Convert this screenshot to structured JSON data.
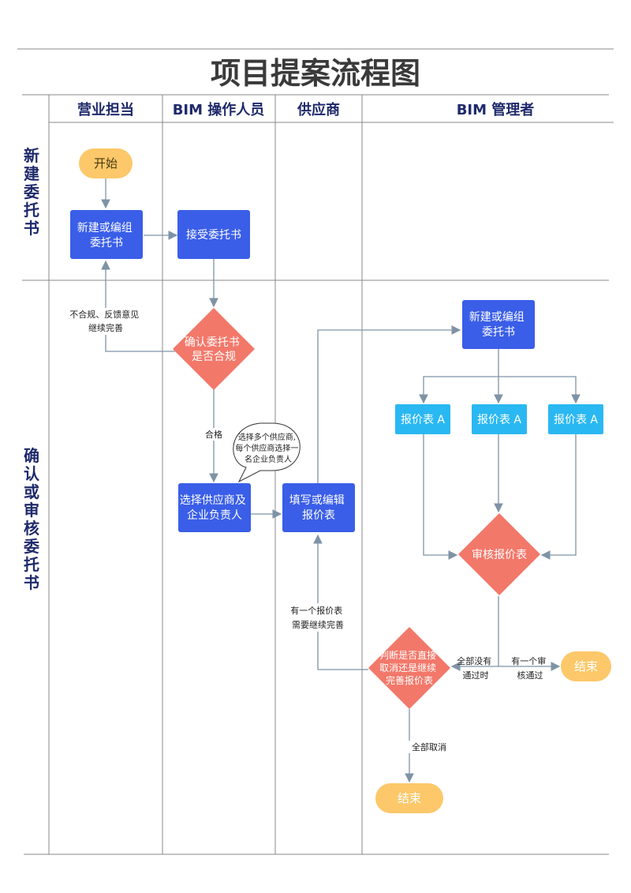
{
  "title": "项目提案流程图",
  "columns": {
    "sales": "营业担当",
    "bim_operator": "BIM 操作人员",
    "supplier": "供应商",
    "bim_manager": "BIM 管理者"
  },
  "rows": {
    "new": "新建委托书",
    "confirm": "确认或审核委托书"
  },
  "nodes": {
    "start": "开始",
    "create_delegation": [
      "新建或编组",
      "委托书"
    ],
    "accept_delegation": "接受委托书",
    "check_compliance": [
      "确认委托书",
      "是否合规"
    ],
    "select_supplier": [
      "选择供应商及",
      "企业负责人"
    ],
    "fill_quote": [
      "填写或编辑",
      "报价表"
    ],
    "manager_create": [
      "新建或编组",
      "委托书"
    ],
    "quote_a1": "报价表 A",
    "quote_a2": "报价表 A",
    "quote_a3": "报价表 A",
    "review_quote": "审核报价表",
    "decide": [
      "判断是否直接",
      "取消还是继续",
      "完善报价表"
    ],
    "end_right": "结束",
    "end_bottom": "结束"
  },
  "edge_labels": {
    "non_compliant": [
      "不合规、反馈意见",
      "继续完善"
    ],
    "qualified": "合格",
    "one_needs_work": [
      "有一个报价表",
      "需要继续完善"
    ],
    "none_passed": [
      "全部没有",
      "通过时"
    ],
    "one_passed": [
      "有一个审",
      "核通过"
    ],
    "all_cancel": "全部取消"
  },
  "callout": [
    "选择多个供应商,",
    "每个供应商选择一",
    "名企业负责人"
  ],
  "colors": {
    "process": "#3a5ee8",
    "quote": "#2ab8f2",
    "decision": "#f2786a",
    "terminal": "#fcc86a",
    "edge": "#7f93a6",
    "heading": "#1f2a6b"
  }
}
